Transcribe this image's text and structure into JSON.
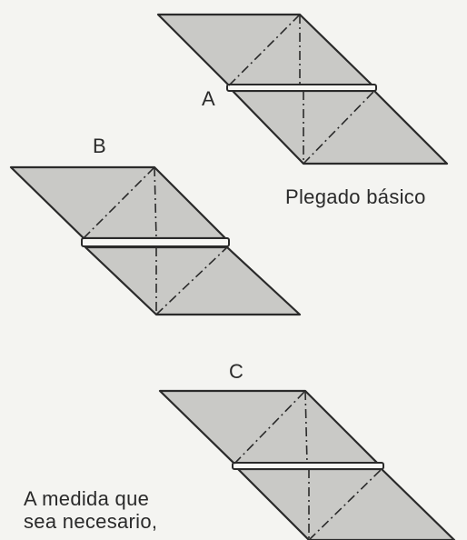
{
  "labels": {
    "a": "A",
    "b": "B",
    "c": "C"
  },
  "captions": {
    "basic_fold": "Plegado básico",
    "note_line1": "A medida que",
    "note_line2": "sea necesario,"
  }
}
